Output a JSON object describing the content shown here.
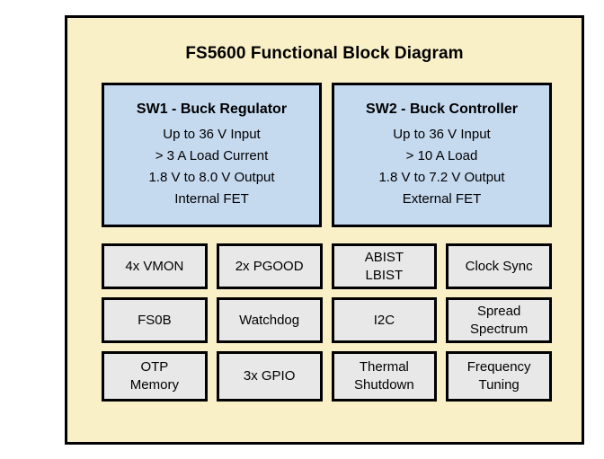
{
  "diagram": {
    "title": "FS5600 Functional Block Diagram",
    "colors": {
      "panel_background": "#faf0c8",
      "panel_border": "#000000",
      "switcher_block_fill": "#c5d9ef",
      "feature_block_fill": "#e8e8e8",
      "text": "#000000",
      "page_background": "#ffffff"
    },
    "switchers": [
      {
        "title": "SW1 - Buck Regulator",
        "lines": [
          "Up to 36 V Input",
          "> 3 A Load Current",
          "1.8 V to 8.0 V Output",
          "Internal FET"
        ]
      },
      {
        "title": "SW2 - Buck Controller",
        "lines": [
          "Up to 36 V Input",
          "> 10 A Load",
          "1.8 V to 7.2 V Output",
          "External FET"
        ]
      }
    ],
    "features": [
      {
        "lines": [
          "4x VMON"
        ]
      },
      {
        "lines": [
          "2x PGOOD"
        ]
      },
      {
        "lines": [
          "ABIST",
          "LBIST"
        ]
      },
      {
        "lines": [
          "Clock Sync"
        ]
      },
      {
        "lines": [
          "FS0B"
        ]
      },
      {
        "lines": [
          "Watchdog"
        ]
      },
      {
        "lines": [
          "I2C"
        ]
      },
      {
        "lines": [
          "Spread",
          "Spectrum"
        ]
      },
      {
        "lines": [
          "OTP",
          "Memory"
        ]
      },
      {
        "lines": [
          "3x GPIO"
        ]
      },
      {
        "lines": [
          "Thermal",
          "Shutdown"
        ]
      },
      {
        "lines": [
          "Frequency",
          "Tuning"
        ]
      }
    ]
  }
}
